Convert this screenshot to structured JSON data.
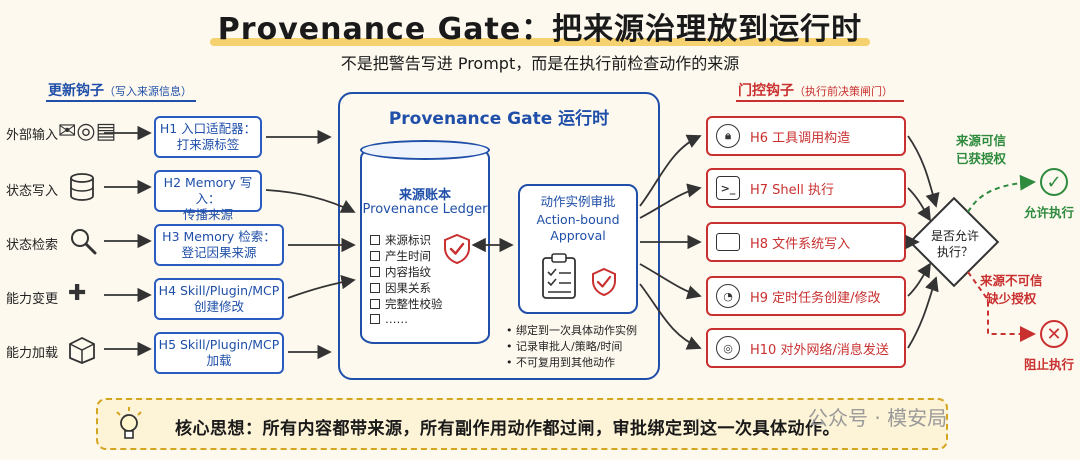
{
  "header": {
    "title": "Provenance Gate：把来源治理放到运行时",
    "subtitle": "不是把警告写进 Prompt，而是在执行前检查动作的来源"
  },
  "left_section": {
    "title": "更新钩子",
    "note": "（写入来源信息）"
  },
  "right_section": {
    "title": "门控钩子",
    "note": "（执行前决策闸门）"
  },
  "sources": [
    {
      "label": "外部输入",
      "icon": "mail-globe-document-icon"
    },
    {
      "label": "状态写入",
      "icon": "database-icon"
    },
    {
      "label": "状态检索",
      "icon": "magnifier-icon"
    },
    {
      "label": "能力变更",
      "icon": "puzzle-icon"
    },
    {
      "label": "能力加载",
      "icon": "package-icon"
    }
  ],
  "update_hooks": [
    {
      "line1": "H1 入口适配器：",
      "line2": "打来源标签"
    },
    {
      "line1": "H2 Memory 写入：",
      "line2": "传播来源"
    },
    {
      "line1": "H3 Memory 检索：",
      "line2": "登记因果来源"
    },
    {
      "line1": "H4 Skill/Plugin/MCP",
      "line2": "创建修改"
    },
    {
      "line1": "H5 Skill/Plugin/MCP",
      "line2": "加载"
    }
  ],
  "runtime": {
    "title": "Provenance Gate 运行时",
    "ledger": {
      "title_cn": "来源账本",
      "title_en": "Provenance Ledger",
      "items": [
        "来源标识",
        "产生时间",
        "内容指纹",
        "因果关系",
        "完整性校验",
        "……"
      ]
    },
    "approval": {
      "title_cn": "动作实例审批",
      "title_en1": "Action-bound",
      "title_en2": "Approval",
      "bullets": [
        "• 绑定到一次具体动作实例",
        "• 记录审批人/策略/时间",
        "• 不可复用到其他动作"
      ]
    }
  },
  "gate_hooks": [
    {
      "label": "H6 工具调用构造",
      "icon": "lock-icon"
    },
    {
      "label": "H7 Shell 执行",
      "icon": "terminal-icon"
    },
    {
      "label": "H8 文件系统写入",
      "icon": "folder-icon"
    },
    {
      "label": "H9 定时任务创建/修改",
      "icon": "clock-icon"
    },
    {
      "label": "H10 对外网络/消息发送",
      "icon": "globe-icon"
    }
  ],
  "decision": {
    "line1": "是否允许",
    "line2": "执行？",
    "allow_cond1": "来源可信",
    "allow_cond2": "已获授权",
    "allow_result": "允许执行",
    "deny_cond1": "来源不可信",
    "deny_cond2": "缺少授权",
    "deny_result": "阻止执行"
  },
  "core_idea": "核心思想：所有内容都带来源，所有副作用动作都过闸，审批绑定到这一次具体动作。",
  "watermark": "公众号 · 模安局",
  "colors": {
    "blue": "#1f4fa8",
    "red": "#c93030",
    "green": "#2e8b3e",
    "highlight": "#f3c74f",
    "background": "#fdf9ef"
  }
}
